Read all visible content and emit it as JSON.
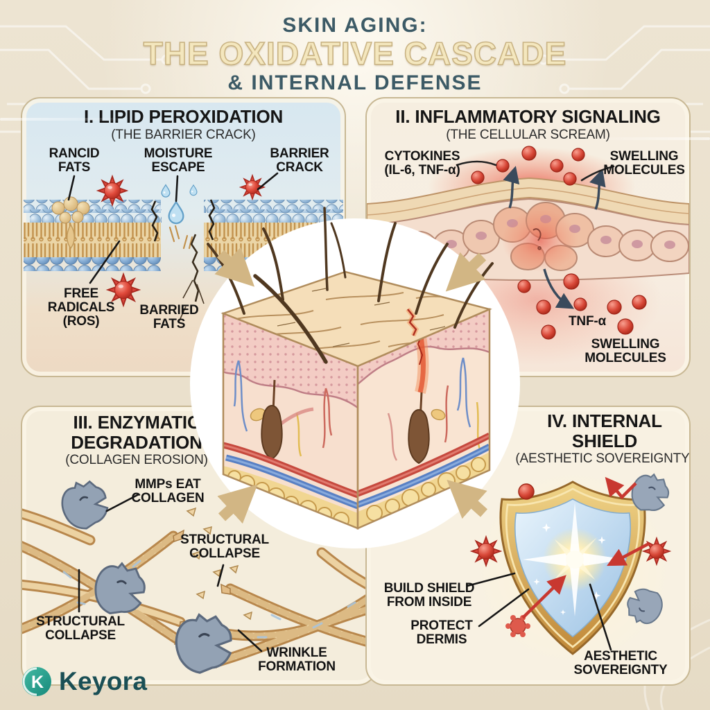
{
  "title": {
    "top": "SKIN AGING:",
    "main": "THE OXIDATIVE CASCADE",
    "sub": "& INTERNAL DEFENSE"
  },
  "brand": {
    "name": "Keyora",
    "initial": "K"
  },
  "colors": {
    "background": "#EAE0CC",
    "title_cream": "#F4E7BE",
    "title_teal": "#3C5A66",
    "label_ink": "#131313",
    "radical_red": "#D8473C",
    "lipid_blue": "#8FB6D6",
    "collagen_tan": "#E4C393",
    "enzyme_gray": "#93A2B4",
    "shield_gold": "#D7A855",
    "arrow_tan": "#D2B684",
    "logo_teal": "#2FA893"
  },
  "panels": {
    "lipid": {
      "title": "I. LIPID PEROXIDATION",
      "subtitle": "(THE BARRIER CRACK)",
      "labels": {
        "rancid": "RANCID\nFATS",
        "moisture": "MOISTURE\nESCAPE",
        "barrier": "BARRIER\nCRACK",
        "radicals": "FREE\nRADICALS\n(ROS)",
        "barried": "BARRIED\nFATS"
      }
    },
    "inflammatory": {
      "title": "II. INFLAMMATORY SIGNALING",
      "subtitle": "(THE CELLULAR SCREAM)",
      "labels": {
        "cytokines": "CYTOKINES\n(IL-6, TNF-α)",
        "swelling_top": "SWELLING\nMOLECULES",
        "tnf": "TNF-α",
        "swelling_bottom": "SWELLING\nMOLECULES"
      }
    },
    "enzymatic": {
      "title": "III. ENZYMATIC\nDEGRADATION",
      "subtitle": "(COLLAGEN EROSION)",
      "labels": {
        "mmps": "MMPs EAT\nCOLLAGEN",
        "collapse_left": "STRUCTURAL\nCOLLAPSE",
        "collapse_right": "STRUCTURAL\nCOLLAPSE",
        "wrinkle": "WRINKLE\nFORMATION"
      }
    },
    "shield": {
      "title": "IV. INTERNAL\nSHIELD",
      "subtitle": "(AESTHETIC SOVEREIGNTY)",
      "labels": {
        "build": "BUILD SHIELD\nFROM INSIDE",
        "protect": "PROTECT\nDERMIS",
        "sovereignty": "AESTHETIC\nSOVEREIGNTY"
      }
    }
  }
}
